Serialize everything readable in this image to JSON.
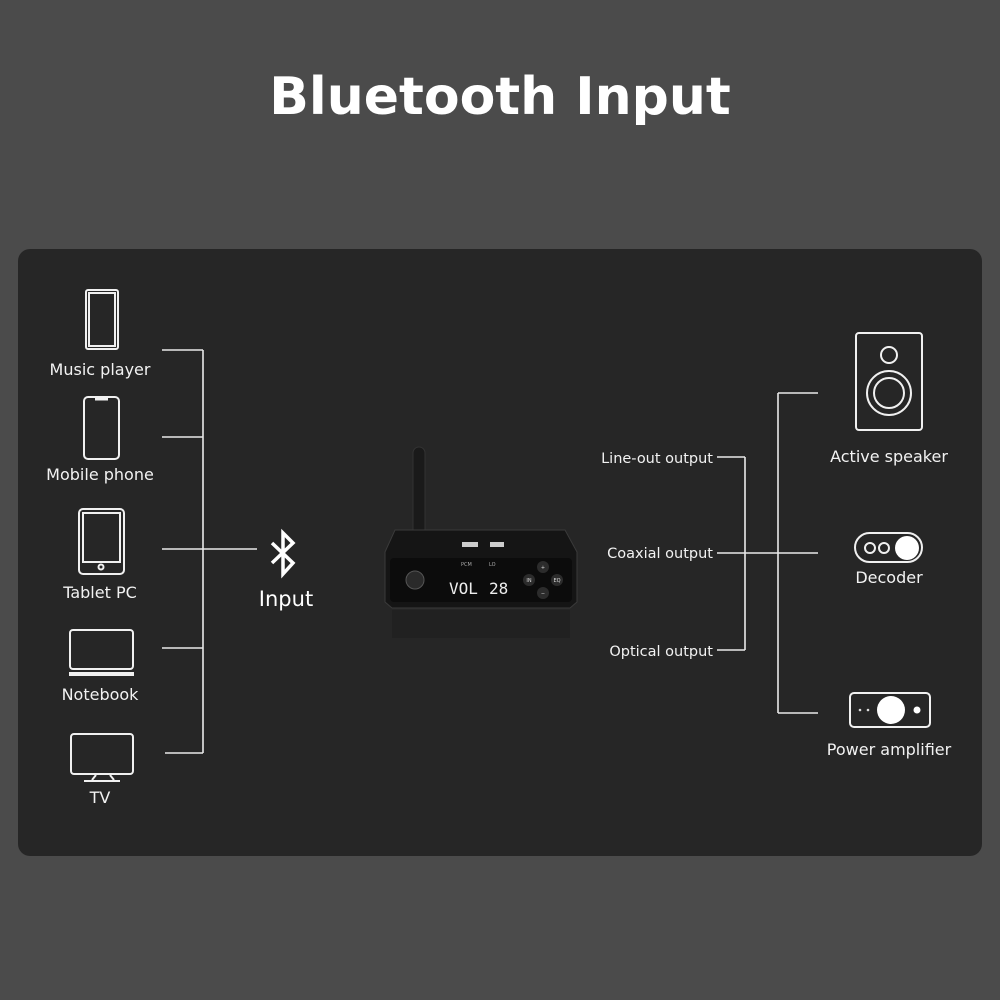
{
  "title": "Bluetooth Input",
  "colors": {
    "background": "#4b4b4b",
    "panel": "#262626",
    "text": "#ffffff"
  },
  "sources": [
    {
      "label": "Music player",
      "icon": "music-player-icon"
    },
    {
      "label": "Mobile phone",
      "icon": "mobile-phone-icon"
    },
    {
      "label": "Tablet PC",
      "icon": "tablet-icon"
    },
    {
      "label": "Notebook",
      "icon": "laptop-icon"
    },
    {
      "label": "TV",
      "icon": "tv-icon"
    }
  ],
  "input": {
    "label": "Input",
    "icon": "bluetooth-icon"
  },
  "device": {
    "display_left": "VOL",
    "display_right": "28",
    "small_left": "PCM",
    "small_right": "LO",
    "buttons": [
      "IN",
      "EQ",
      "+",
      "−"
    ]
  },
  "outputs": [
    "Line-out output",
    "Coaxial output",
    "Optical output"
  ],
  "destinations": [
    {
      "label": "Active speaker",
      "icon": "speaker-icon"
    },
    {
      "label": "Decoder",
      "icon": "decoder-icon"
    },
    {
      "label": "Power amplifier",
      "icon": "amplifier-icon"
    }
  ]
}
